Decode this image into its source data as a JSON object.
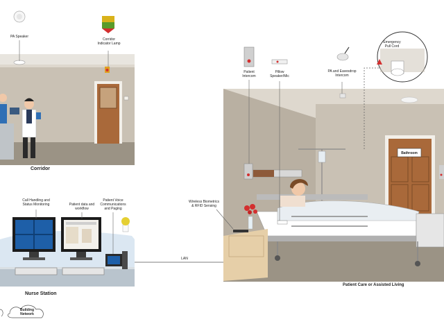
{
  "corridor": {
    "title": "Corridor",
    "pa_speaker": "PA Speaker",
    "indicator_lamp": "Corridor Indicator Lamp"
  },
  "nurse_station": {
    "title": "Nurse Station",
    "call_handling": "Call Handling and Status Monitoring",
    "patient_data": "Patient data and workflow",
    "voice_comm": "Patient Voice Communications and Paging",
    "network": "Building Network"
  },
  "patient_room": {
    "title": "Patient Care or Assisted Living",
    "patient_intercom": "Patient Intercom",
    "pillow_speaker": "Pillow Speaker/Mic",
    "pa_eavesdrop": "PA and Eavesdrop Intercom",
    "emergency_pull": "Emergency Pull Cord",
    "bathroom": "Bathroom",
    "wireless": "Wireless Biometrics & RFID Sensing"
  },
  "link": {
    "lan": "LAN"
  },
  "colors": {
    "wall": "#c9c1b4",
    "floor": "#9b9385",
    "door": "#a9693a",
    "screen": "#1e5fa8",
    "accent_red": "#d32f2f"
  }
}
